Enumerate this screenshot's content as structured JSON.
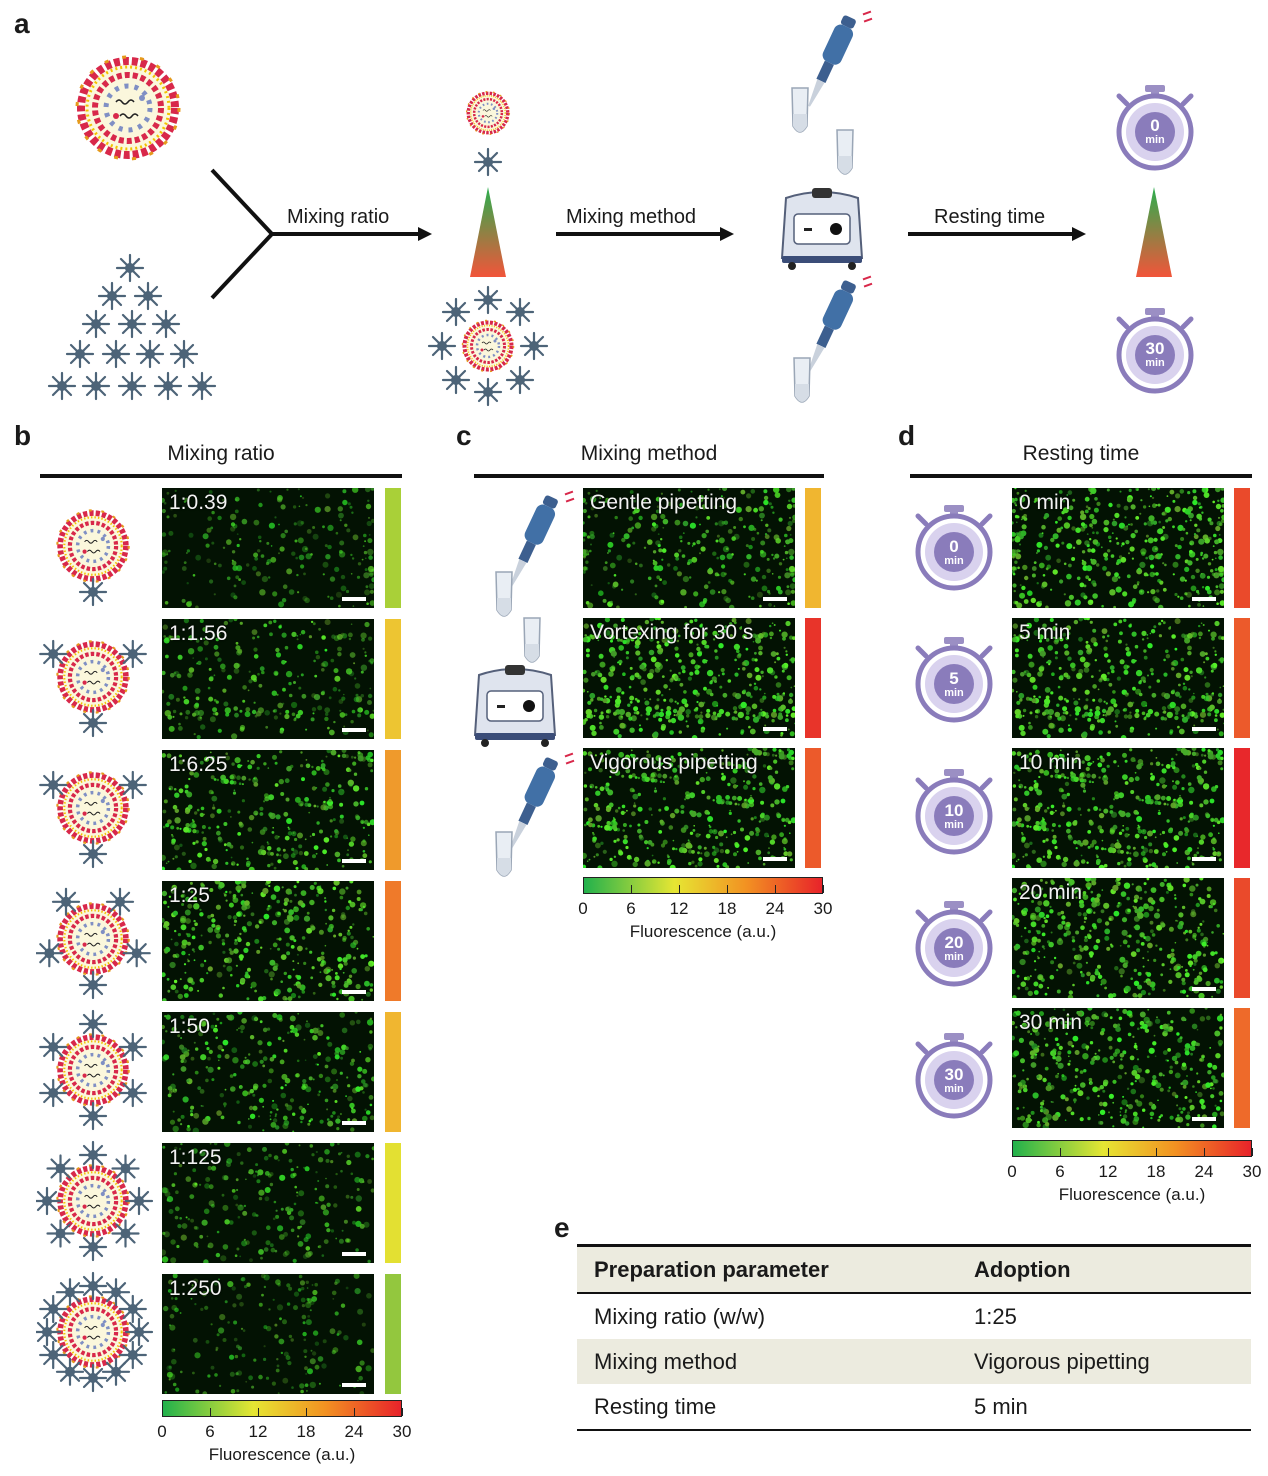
{
  "panels": {
    "a": "a",
    "b": "b",
    "c": "c",
    "d": "d",
    "e": "e"
  },
  "overview": {
    "arrow1": "Mixing ratio",
    "arrow2": "Mixing method",
    "arrow3": "Resting time",
    "timer_top": {
      "value": "0",
      "unit": "min"
    },
    "timer_bottom": {
      "value": "30",
      "unit": "min"
    }
  },
  "panel_b": {
    "title": "Mixing ratio",
    "rows": [
      {
        "label": "1:0.39",
        "fluorescence": 12,
        "color": "#a9d038"
      },
      {
        "label": "1:1.56",
        "fluorescence": 16,
        "color": "#edc532"
      },
      {
        "label": "1:6.25",
        "fluorescence": 21,
        "color": "#ef9a2c"
      },
      {
        "label": "1:25",
        "fluorescence": 24,
        "color": "#ef7a2a"
      },
      {
        "label": "1:50",
        "fluorescence": 18,
        "color": "#f0b630"
      },
      {
        "label": "1:125",
        "fluorescence": 14,
        "color": "#e3e032"
      },
      {
        "label": "1:250",
        "fluorescence": 11,
        "color": "#93c73e"
      }
    ],
    "colorbar": {
      "ticks": [
        "0",
        "6",
        "12",
        "18",
        "24",
        "30"
      ],
      "label": "Fluorescence (a.u.)"
    }
  },
  "panel_c": {
    "title": "Mixing method",
    "rows": [
      {
        "label": "Gentle pipetting",
        "fluorescence": 18,
        "color": "#f0b630"
      },
      {
        "label": "Vortexing for 30 s",
        "fluorescence": 29,
        "color": "#e8342a"
      },
      {
        "label": "Vigorous pipetting",
        "fluorescence": 26,
        "color": "#ec5a2b"
      }
    ],
    "colorbar": {
      "ticks": [
        "0",
        "6",
        "12",
        "18",
        "24",
        "30"
      ],
      "label": "Fluorescence (a.u.)"
    }
  },
  "panel_d": {
    "title": "Resting time",
    "rows": [
      {
        "label": "0 min",
        "timer": "0",
        "unit": "min",
        "fluorescence": 27,
        "color": "#ea4a2b"
      },
      {
        "label": "5 min",
        "timer": "5",
        "unit": "min",
        "fluorescence": 26,
        "color": "#ec5a2b"
      },
      {
        "label": "10 min",
        "timer": "10",
        "unit": "min",
        "fluorescence": 29,
        "color": "#e8282b"
      },
      {
        "label": "20 min",
        "timer": "20",
        "unit": "min",
        "fluorescence": 27,
        "color": "#ea4a2b"
      },
      {
        "label": "30 min",
        "timer": "30",
        "unit": "min",
        "fluorescence": 25,
        "color": "#ee6a2a"
      }
    ],
    "colorbar": {
      "ticks": [
        "0",
        "6",
        "12",
        "18",
        "24",
        "30"
      ],
      "label": "Fluorescence (a.u.)"
    }
  },
  "panel_e": {
    "headers": [
      "Preparation parameter",
      "Adoption"
    ],
    "rows": [
      [
        "Mixing ratio (w/w)",
        "1:25"
      ],
      [
        "Mixing method",
        "Vigorous pipetting"
      ],
      [
        "Resting time",
        "5 min"
      ]
    ]
  }
}
